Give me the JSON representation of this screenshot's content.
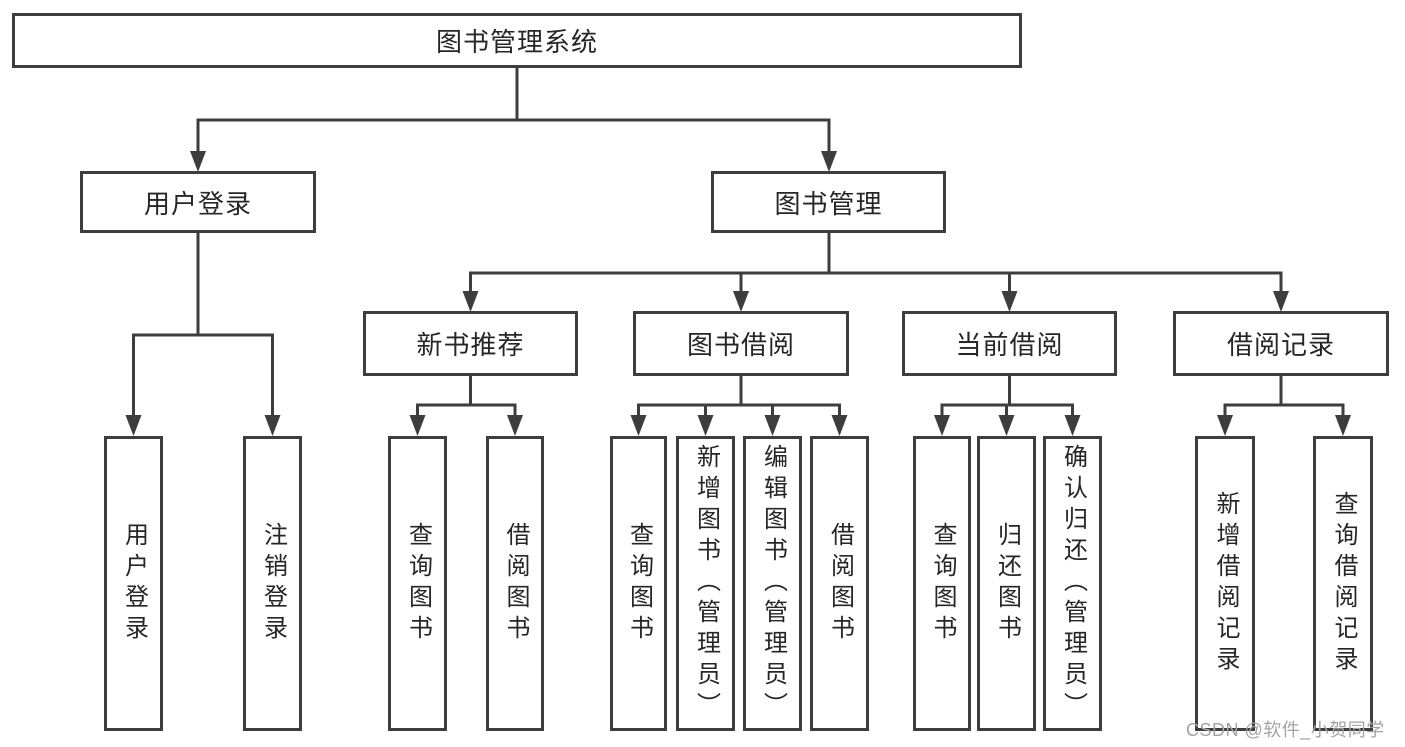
{
  "diagram": {
    "title": {
      "label": "图书管理系统"
    },
    "level2": [
      {
        "label": "用户登录"
      },
      {
        "label": "图书管理"
      }
    ],
    "level3": [
      {
        "label": "新书推荐"
      },
      {
        "label": "图书借阅"
      },
      {
        "label": "当前借阅"
      },
      {
        "label": "借阅记录"
      }
    ],
    "leaves": {
      "user_login": [
        {
          "label": "用户登录"
        },
        {
          "label": "注销登录"
        }
      ],
      "new_book_recommend": [
        {
          "label": "查询图书"
        },
        {
          "label": "借阅图书"
        }
      ],
      "book_borrow": [
        {
          "label": "查询图书"
        },
        {
          "label": "新增图书（管理员）"
        },
        {
          "label": "编辑图书（管理员）"
        },
        {
          "label": "借阅图书"
        }
      ],
      "current_borrow": [
        {
          "label": "查询图书"
        },
        {
          "label": "归还图书"
        },
        {
          "label": "确认归还（管理员）"
        }
      ],
      "borrow_records": [
        {
          "label": "新增借阅记录"
        },
        {
          "label": "查询借阅记录"
        }
      ]
    },
    "watermark": "CSDN @软件_小贺同学",
    "colors": {
      "line": "#3d3d3d",
      "text": "#262626",
      "background": "#ffffff",
      "watermark": "#a3a3a3"
    }
  }
}
